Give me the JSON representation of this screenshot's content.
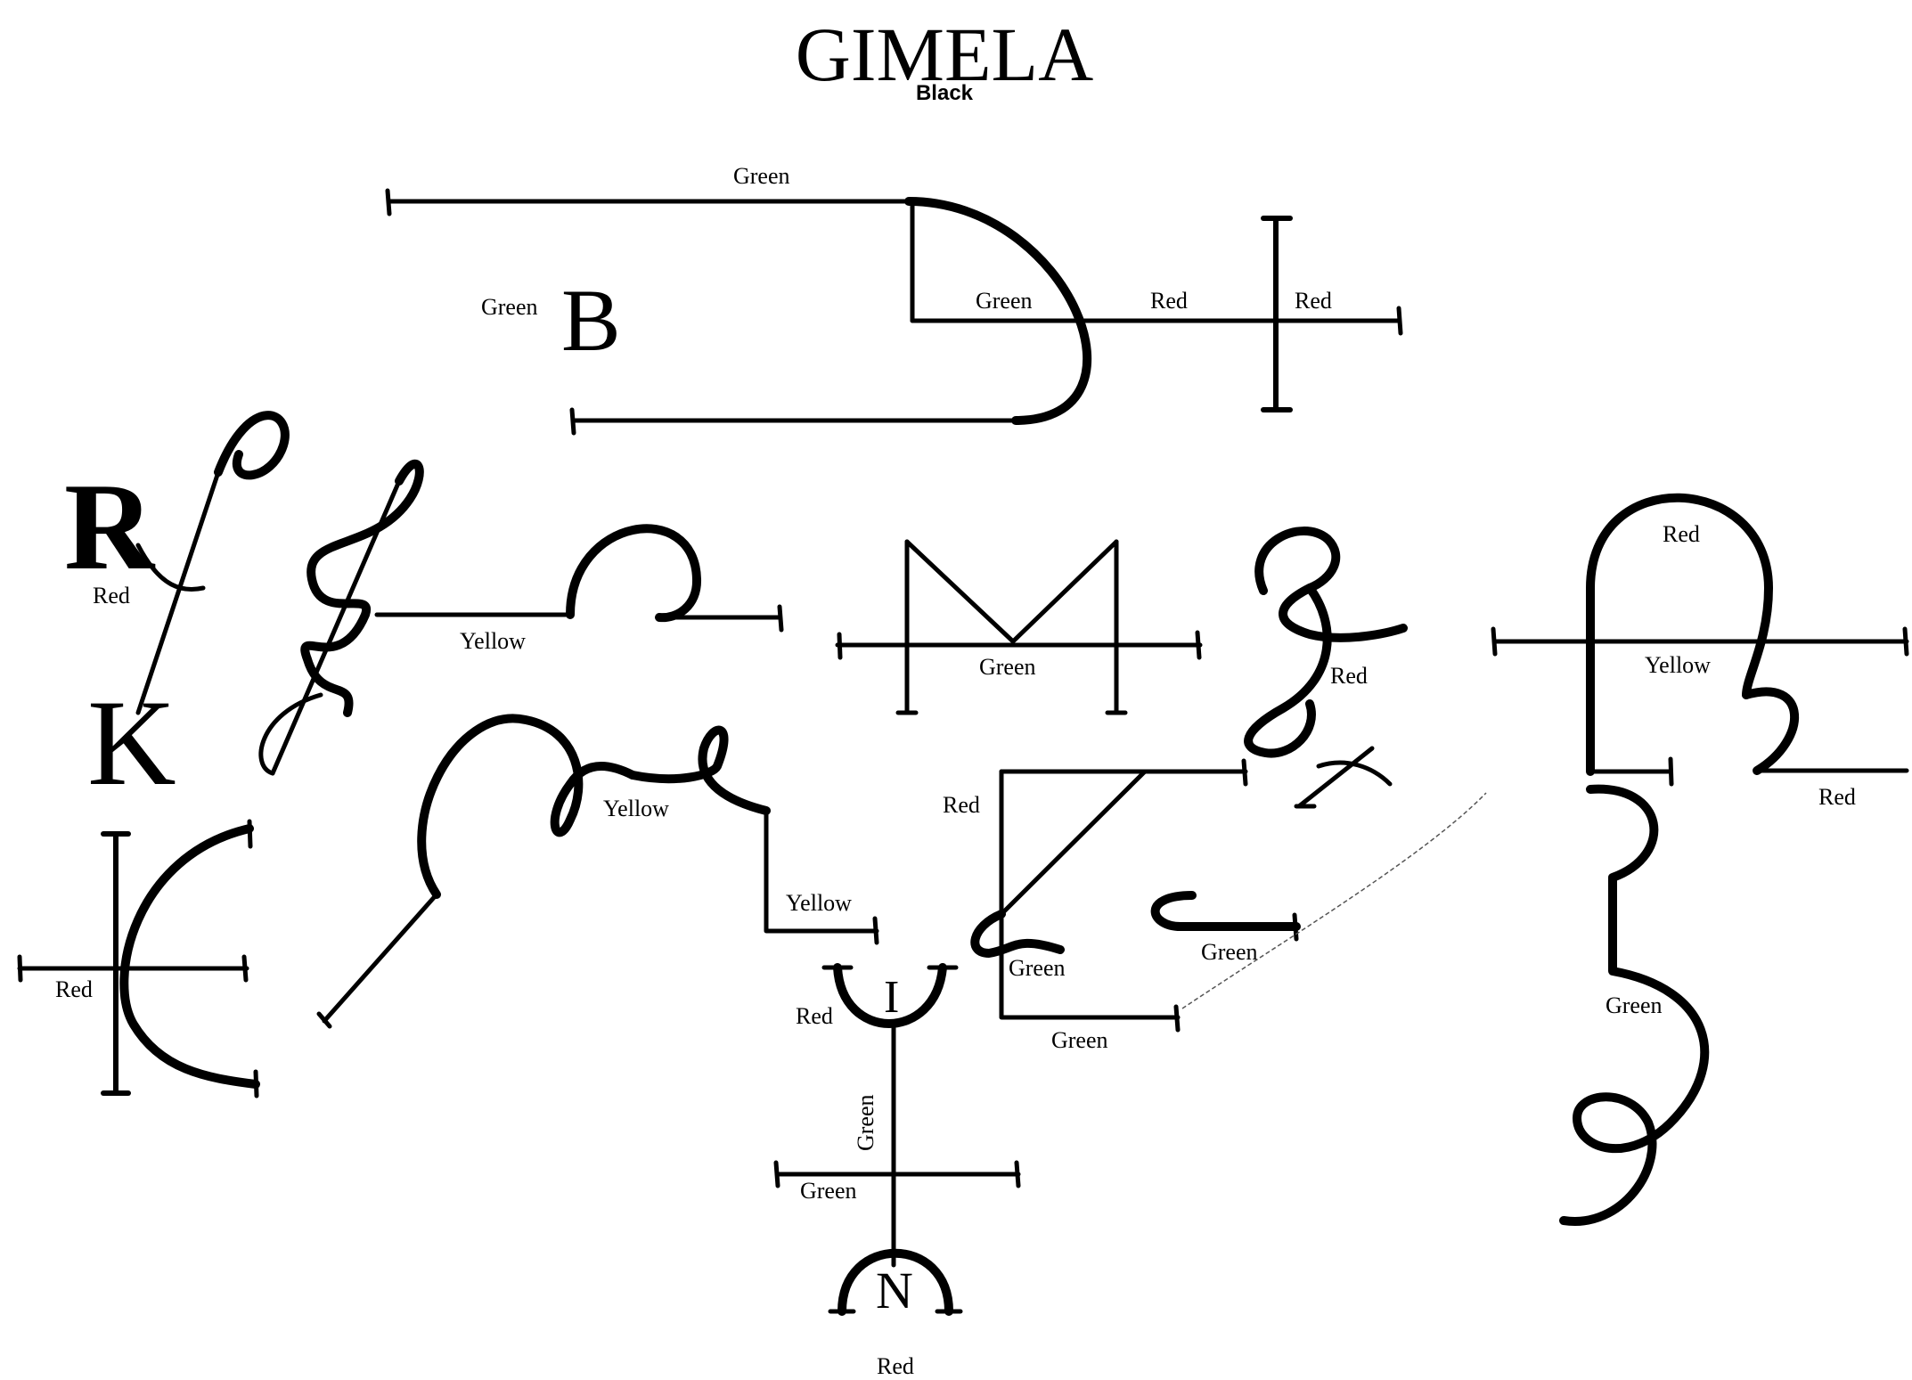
{
  "title": "GIMELA",
  "subtitle": "Black",
  "letters": {
    "b": "B",
    "r": "R",
    "k": "K",
    "i": "I",
    "n": "N"
  },
  "labels": {
    "top_bar": "Green",
    "b_side": "Green",
    "d_inner": "Green",
    "cross_left": "Red",
    "cross_right": "Red",
    "r_under": "Red",
    "hook_line": "Yellow",
    "m_bar": "Green",
    "l_script": "Red",
    "arch_top": "Red",
    "arch_bar": "Yellow",
    "arch_tail": "Red",
    "c_cross": "Red",
    "wave_mid": "Yellow",
    "step_line": "Yellow",
    "box_left": "Red",
    "box_inner": "Green",
    "box_bottom": "Green",
    "hook_small": "Green",
    "s_curve": "Green",
    "u_left": "Red",
    "stem_vertical": "Green",
    "stem_bar": "Green",
    "n_under": "Red"
  }
}
